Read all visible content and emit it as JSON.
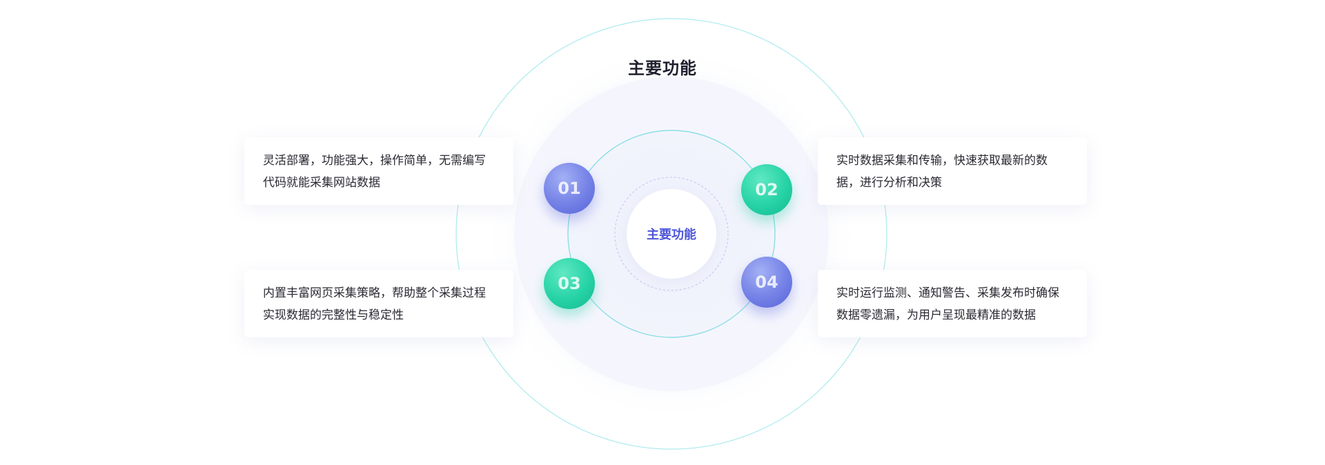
{
  "section": {
    "title": "主要功能"
  },
  "center": {
    "label": "主要功能"
  },
  "features": [
    {
      "number": "01",
      "text": "灵活部署，功能强大，操作简单，无需编写代码就能采集网站数据",
      "color": "#6f7ce4"
    },
    {
      "number": "02",
      "text": "实时数据采集和传输，快速获取最新的数据，进行分析和决策",
      "color": "#22cfa3"
    },
    {
      "number": "03",
      "text": "内置丰富网页采集策略，帮助整个采集过程实现数据的完整性与稳定性",
      "color": "#22cfa3"
    },
    {
      "number": "04",
      "text": "实时运行监测、通知警告、采集发布时确保数据零遗漏，为用户呈现最精准的数据",
      "color": "#6f7ce4"
    }
  ],
  "colors": {
    "accent_blue": "#4c55d8",
    "accent_green": "#22cfa3",
    "ring_cyan": "#7fe0e8"
  }
}
